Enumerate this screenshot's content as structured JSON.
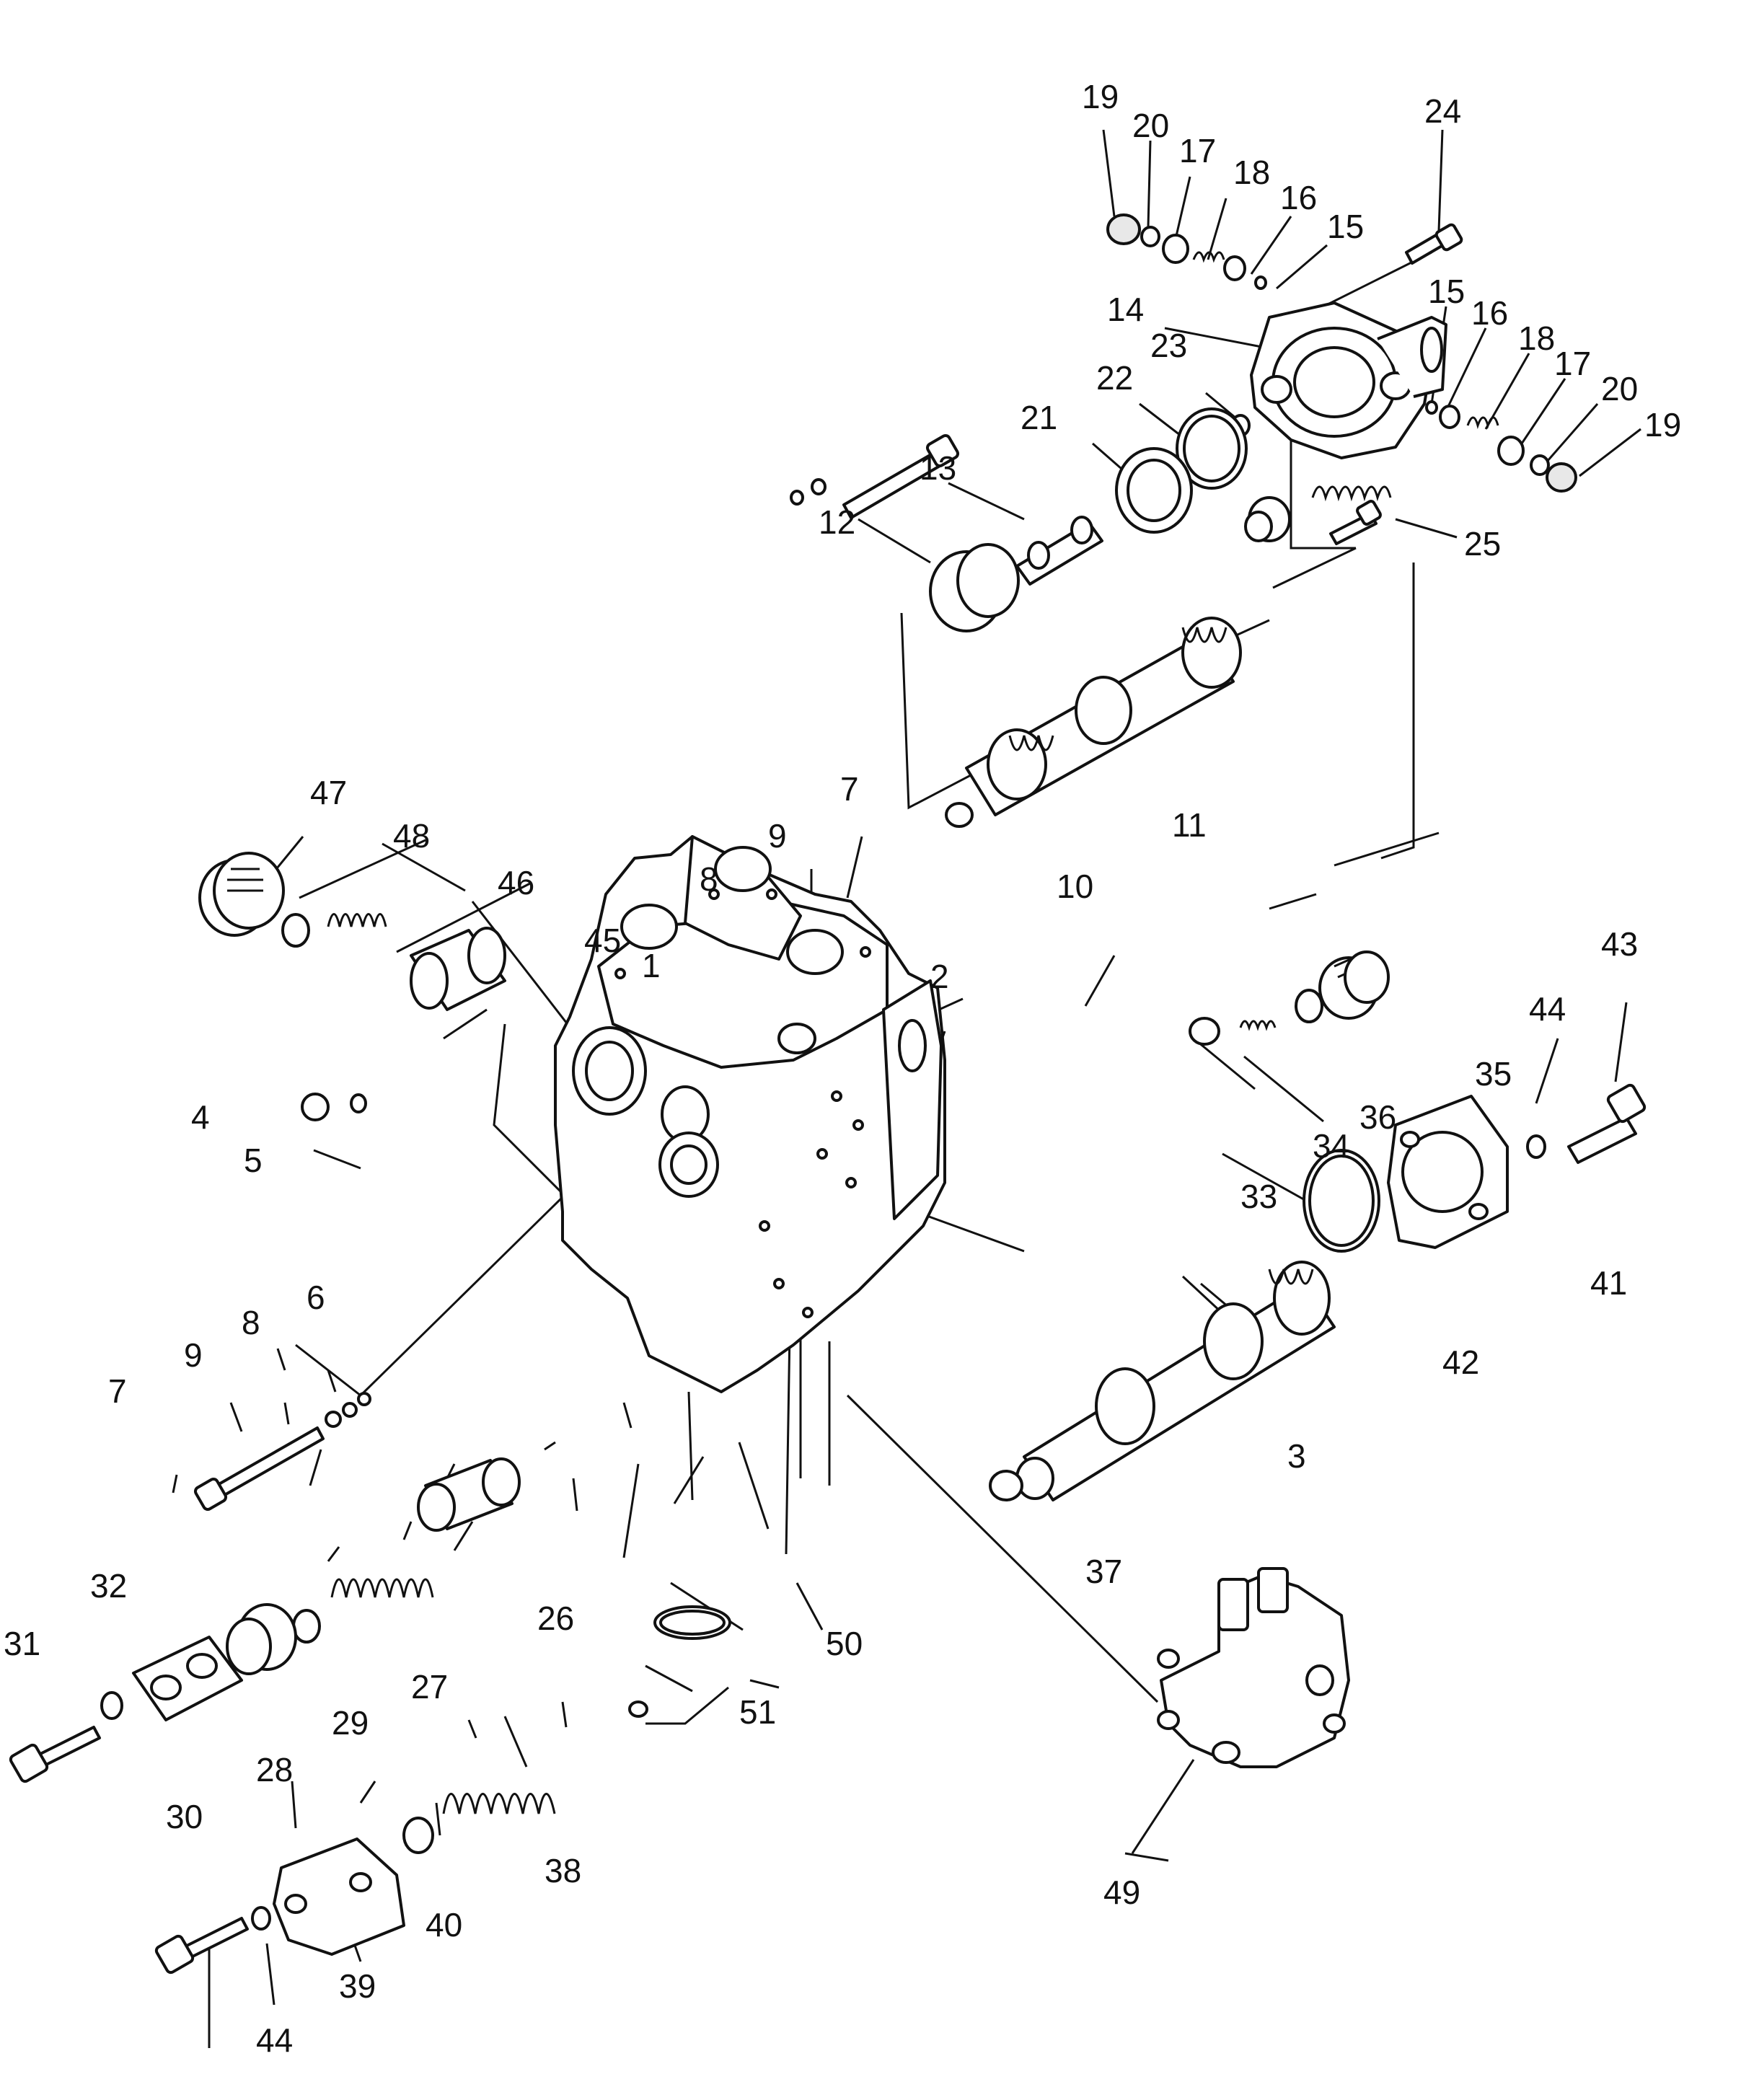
{
  "diagram": {
    "callouts": [
      {
        "id": "c19a",
        "text": "19"
      },
      {
        "id": "c20a",
        "text": "20"
      },
      {
        "id": "c17a",
        "text": "17"
      },
      {
        "id": "c18a",
        "text": "18"
      },
      {
        "id": "c16a",
        "text": "16"
      },
      {
        "id": "c15a",
        "text": "15"
      },
      {
        "id": "c24",
        "text": "24"
      },
      {
        "id": "c14",
        "text": "14"
      },
      {
        "id": "c23",
        "text": "23"
      },
      {
        "id": "c22",
        "text": "22"
      },
      {
        "id": "c15b",
        "text": "15"
      },
      {
        "id": "c16b",
        "text": "16"
      },
      {
        "id": "c18b",
        "text": "18"
      },
      {
        "id": "c17b",
        "text": "17"
      },
      {
        "id": "c20b",
        "text": "20"
      },
      {
        "id": "c19b",
        "text": "19"
      },
      {
        "id": "c21",
        "text": "21"
      },
      {
        "id": "c13",
        "text": "13"
      },
      {
        "id": "c12",
        "text": "12"
      },
      {
        "id": "c25",
        "text": "25"
      },
      {
        "id": "c47",
        "text": "47"
      },
      {
        "id": "c48",
        "text": "48"
      },
      {
        "id": "c46",
        "text": "46"
      },
      {
        "id": "c45",
        "text": "45"
      },
      {
        "id": "c7a",
        "text": "7"
      },
      {
        "id": "c9a",
        "text": "9"
      },
      {
        "id": "c8a",
        "text": "8"
      },
      {
        "id": "c11",
        "text": "11"
      },
      {
        "id": "c10",
        "text": "10"
      },
      {
        "id": "c43",
        "text": "43"
      },
      {
        "id": "c1",
        "text": "1"
      },
      {
        "id": "c2",
        "text": "2"
      },
      {
        "id": "c44a",
        "text": "44"
      },
      {
        "id": "c4",
        "text": "4"
      },
      {
        "id": "c5",
        "text": "5"
      },
      {
        "id": "c35",
        "text": "35"
      },
      {
        "id": "c36",
        "text": "36"
      },
      {
        "id": "c34",
        "text": "34"
      },
      {
        "id": "c33",
        "text": "33"
      },
      {
        "id": "c41",
        "text": "41"
      },
      {
        "id": "c6",
        "text": "6"
      },
      {
        "id": "c8b",
        "text": "8"
      },
      {
        "id": "c9b",
        "text": "9"
      },
      {
        "id": "c7b",
        "text": "7"
      },
      {
        "id": "c42",
        "text": "42"
      },
      {
        "id": "c3",
        "text": "3"
      },
      {
        "id": "c37",
        "text": "37"
      },
      {
        "id": "c32",
        "text": "32"
      },
      {
        "id": "c31",
        "text": "31"
      },
      {
        "id": "c26",
        "text": "26"
      },
      {
        "id": "c27",
        "text": "27"
      },
      {
        "id": "c29",
        "text": "29"
      },
      {
        "id": "c28",
        "text": "28"
      },
      {
        "id": "c30",
        "text": "30"
      },
      {
        "id": "c50",
        "text": "50"
      },
      {
        "id": "c51",
        "text": "51"
      },
      {
        "id": "c38",
        "text": "38"
      },
      {
        "id": "c40",
        "text": "40"
      },
      {
        "id": "c39",
        "text": "39"
      },
      {
        "id": "c44b",
        "text": "44"
      },
      {
        "id": "c49",
        "text": "49"
      }
    ]
  }
}
